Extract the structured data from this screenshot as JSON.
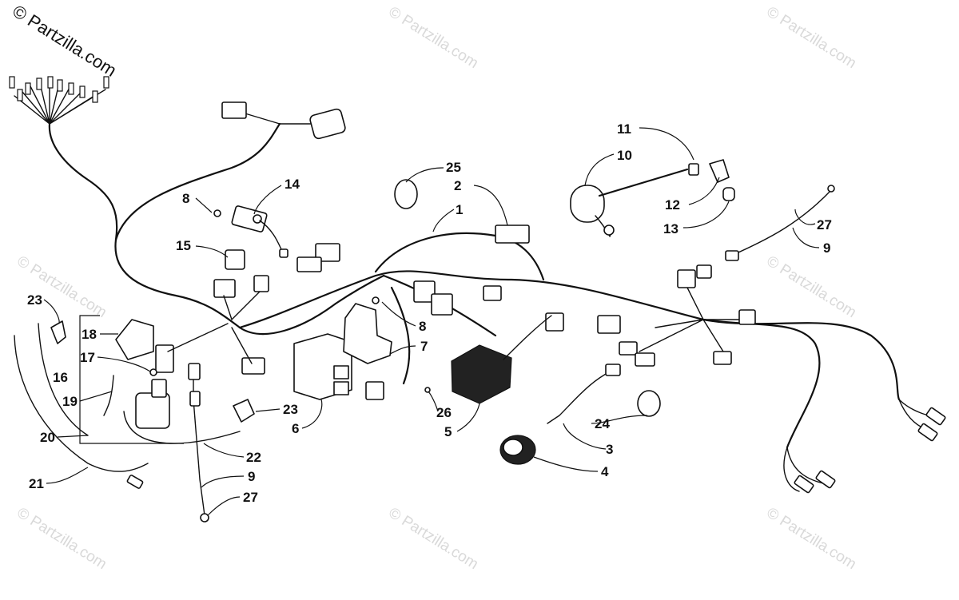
{
  "brand": {
    "text": "© Partzilla.com"
  },
  "watermark": {
    "text": "© Partzilla.com"
  },
  "callouts": [
    "1",
    "2",
    "3",
    "4",
    "5",
    "6",
    "7",
    "8",
    "8",
    "9",
    "9",
    "10",
    "11",
    "12",
    "13",
    "14",
    "15",
    "16",
    "17",
    "18",
    "19",
    "20",
    "21",
    "22",
    "23",
    "23",
    "24",
    "25",
    "26",
    "27",
    "27"
  ]
}
